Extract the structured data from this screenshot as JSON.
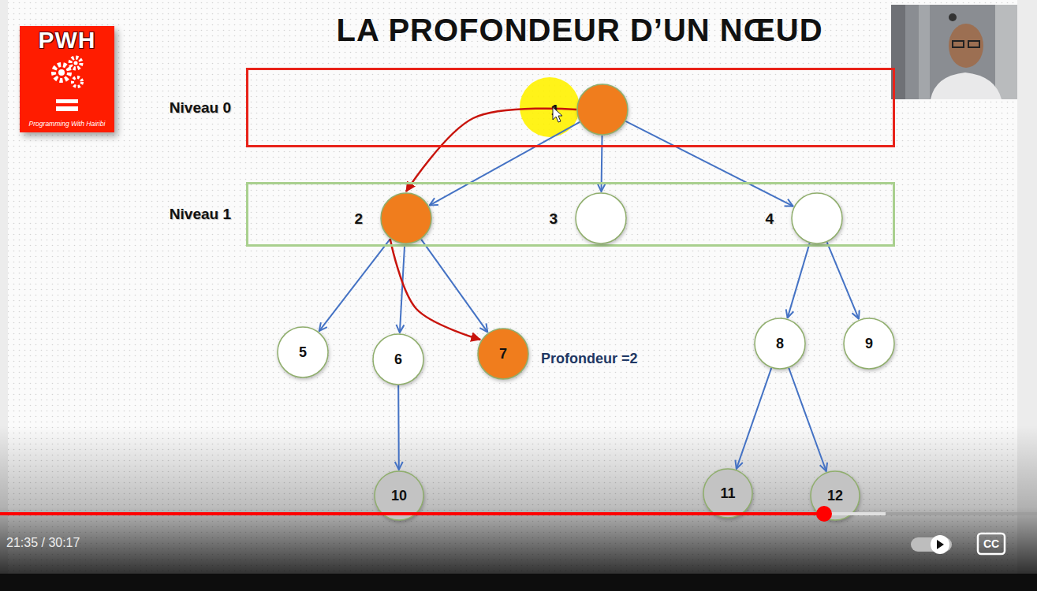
{
  "diagram": {
    "title": "LA PROFONDEUR D’UN NŒUD",
    "nodes": [
      {
        "text": [
          "Niveau 0"
        ]
      },
      {
        "text": [
          "1"
        ],
        "in": 0
      },
      {
        "text": [
          "Niveau 1"
        ]
      },
      {
        "text": [
          "2"
        ],
        "in": 2
      },
      {
        "text": [
          "3"
        ],
        "in": 2
      },
      {
        "text": [
          "4"
        ],
        "in": 2
      },
      {
        "text": [
          "5"
        ]
      },
      {
        "text": [
          "6"
        ]
      },
      {
        "text": [
          "7"
        ]
      },
      {
        "text": [
          "8"
        ]
      },
      {
        "text": [
          "9"
        ]
      },
      {
        "text": [
          "10"
        ]
      },
      {
        "text": [
          "11"
        ]
      },
      {
        "text": [
          "12"
        ]
      }
    ],
    "edges": [
      {
        "from": 1,
        "to": 3,
        "arrow": "to"
      },
      {
        "from": 1,
        "to": 4,
        "arrow": "to"
      },
      {
        "from": 1,
        "to": 5,
        "arrow": "to"
      },
      {
        "from": 3,
        "to": 6,
        "arrow": "to"
      },
      {
        "from": 3,
        "to": 7,
        "arrow": "to"
      },
      {
        "from": 3,
        "to": 8,
        "arrow": "to"
      },
      {
        "from": 5,
        "to": 9,
        "arrow": "to"
      },
      {
        "from": 5,
        "to": 10,
        "arrow": "to"
      },
      {
        "from": 7,
        "to": 11,
        "arrow": "to"
      },
      {
        "from": 9,
        "to": 12,
        "arrow": "to"
      },
      {
        "from": 9,
        "to": 13,
        "arrow": "to"
      },
      {
        "from": 1,
        "to": 3,
        "arrow": "to"
      },
      {
        "from": 3,
        "to": 8,
        "arrow": "to"
      }
    ],
    "labels": [
      "PWH",
      "Programming With Hairibi",
      "Profondeur =2",
      "21:35 / 30:17",
      "CC"
    ]
  }
}
